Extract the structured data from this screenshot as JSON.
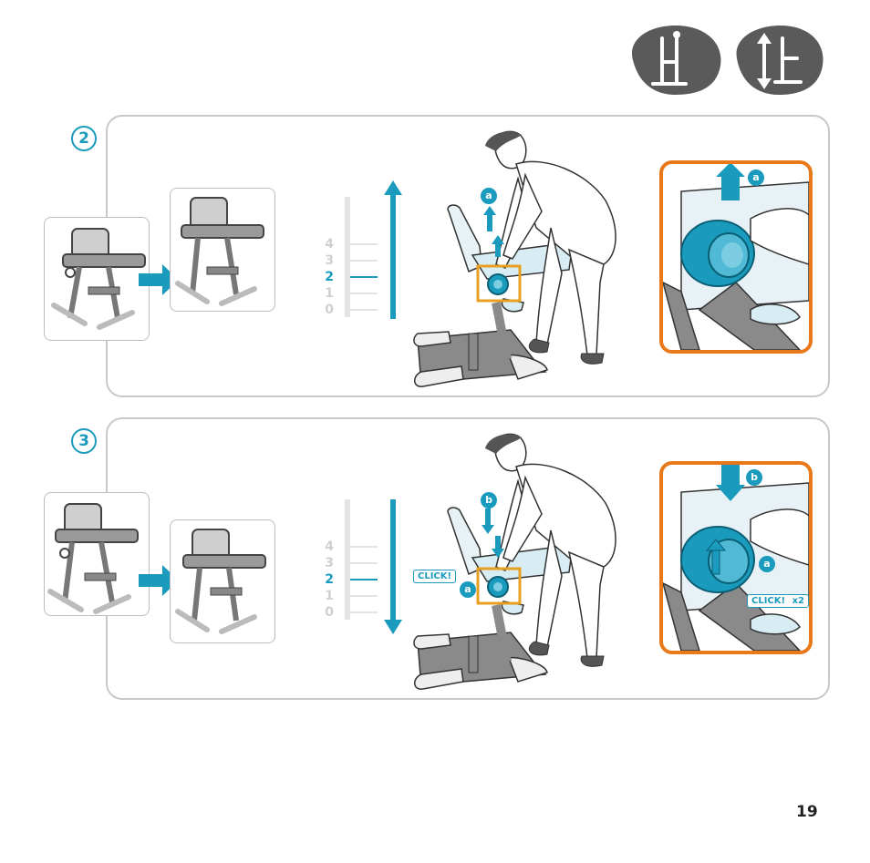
{
  "header_icons": [
    {
      "icon": "high-chair-height-icon",
      "color": "#5a5a5a"
    },
    {
      "icon": "height-adjust-arrows-icon",
      "color": "#5a5a5a"
    }
  ],
  "colors": {
    "accent": "#1a9bbd",
    "highlight": "#e8781a",
    "border": "#c8c8c8",
    "icon_bg": "#5a5a5a"
  },
  "steps": [
    {
      "number": "2",
      "scale": [
        "4",
        "3",
        "2",
        "1",
        "0"
      ],
      "active_level": "2",
      "badge_figure": "a",
      "badge_detail": "a",
      "direction": "up"
    },
    {
      "number": "3",
      "scale": [
        "4",
        "3",
        "2",
        "1",
        "0"
      ],
      "active_level": "2",
      "badge_figure_top": "b",
      "badge_figure_knob": "a",
      "click_label": "CLICK!",
      "badge_detail_top": "b",
      "badge_detail_knob": "a",
      "detail_click_label": "CLICK!",
      "detail_click_count": "x2",
      "direction": "down"
    }
  ],
  "page_number": "19"
}
